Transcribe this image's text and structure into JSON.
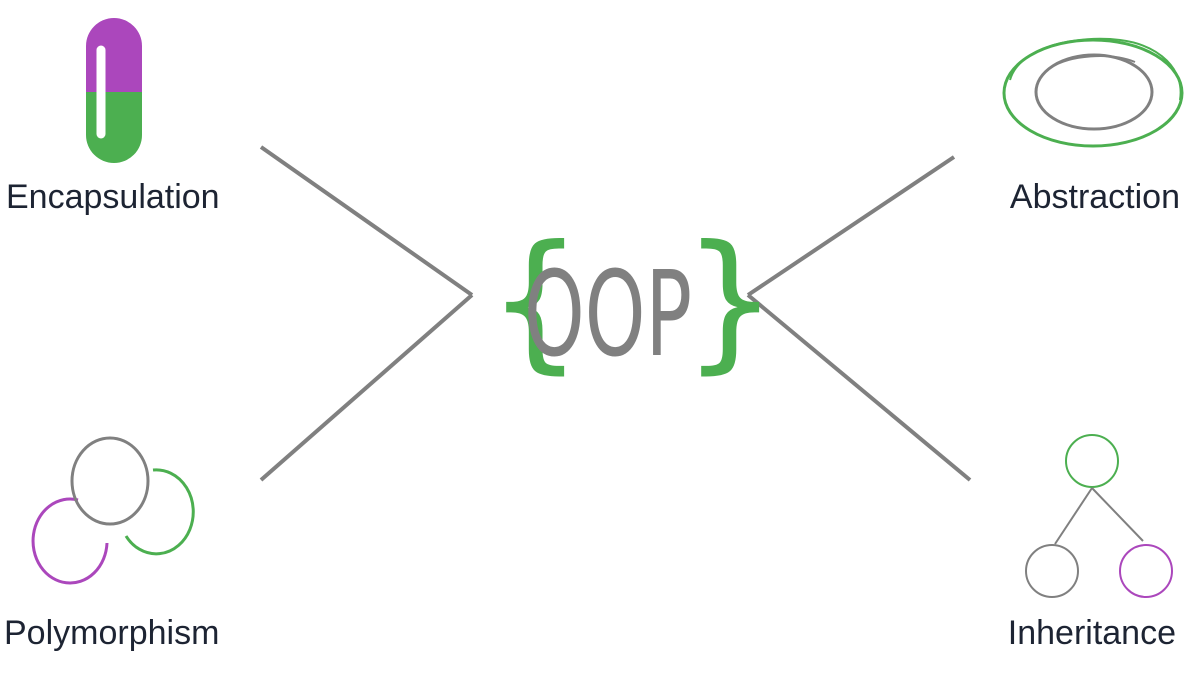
{
  "colors": {
    "green": "#4caf50",
    "purple": "#ab47bc",
    "gray": "#808080",
    "text": "#1d2433"
  },
  "center": {
    "open_brace": "{",
    "title": "OOP",
    "close_brace": "}"
  },
  "concepts": {
    "encapsulation": {
      "label": "Encapsulation",
      "icon": "capsule-icon"
    },
    "abstraction": {
      "label": "Abstraction",
      "icon": "concentric-ellipses-icon"
    },
    "polymorphism": {
      "label": "Polymorphism",
      "icon": "overlapping-circles-icon"
    },
    "inheritance": {
      "label": "Inheritance",
      "icon": "tree-hierarchy-icon"
    }
  }
}
